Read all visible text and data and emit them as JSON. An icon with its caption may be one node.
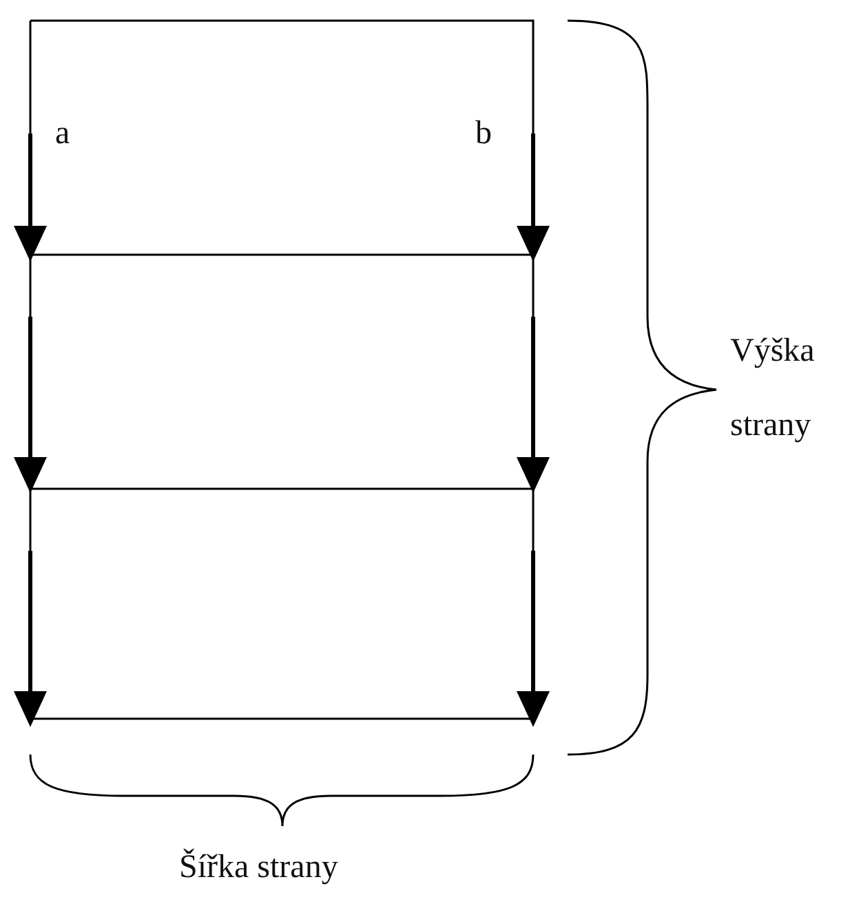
{
  "diagram": {
    "labels": [
      "a",
      "b",
      "Výška strany",
      "Šířka strany"
    ]
  }
}
